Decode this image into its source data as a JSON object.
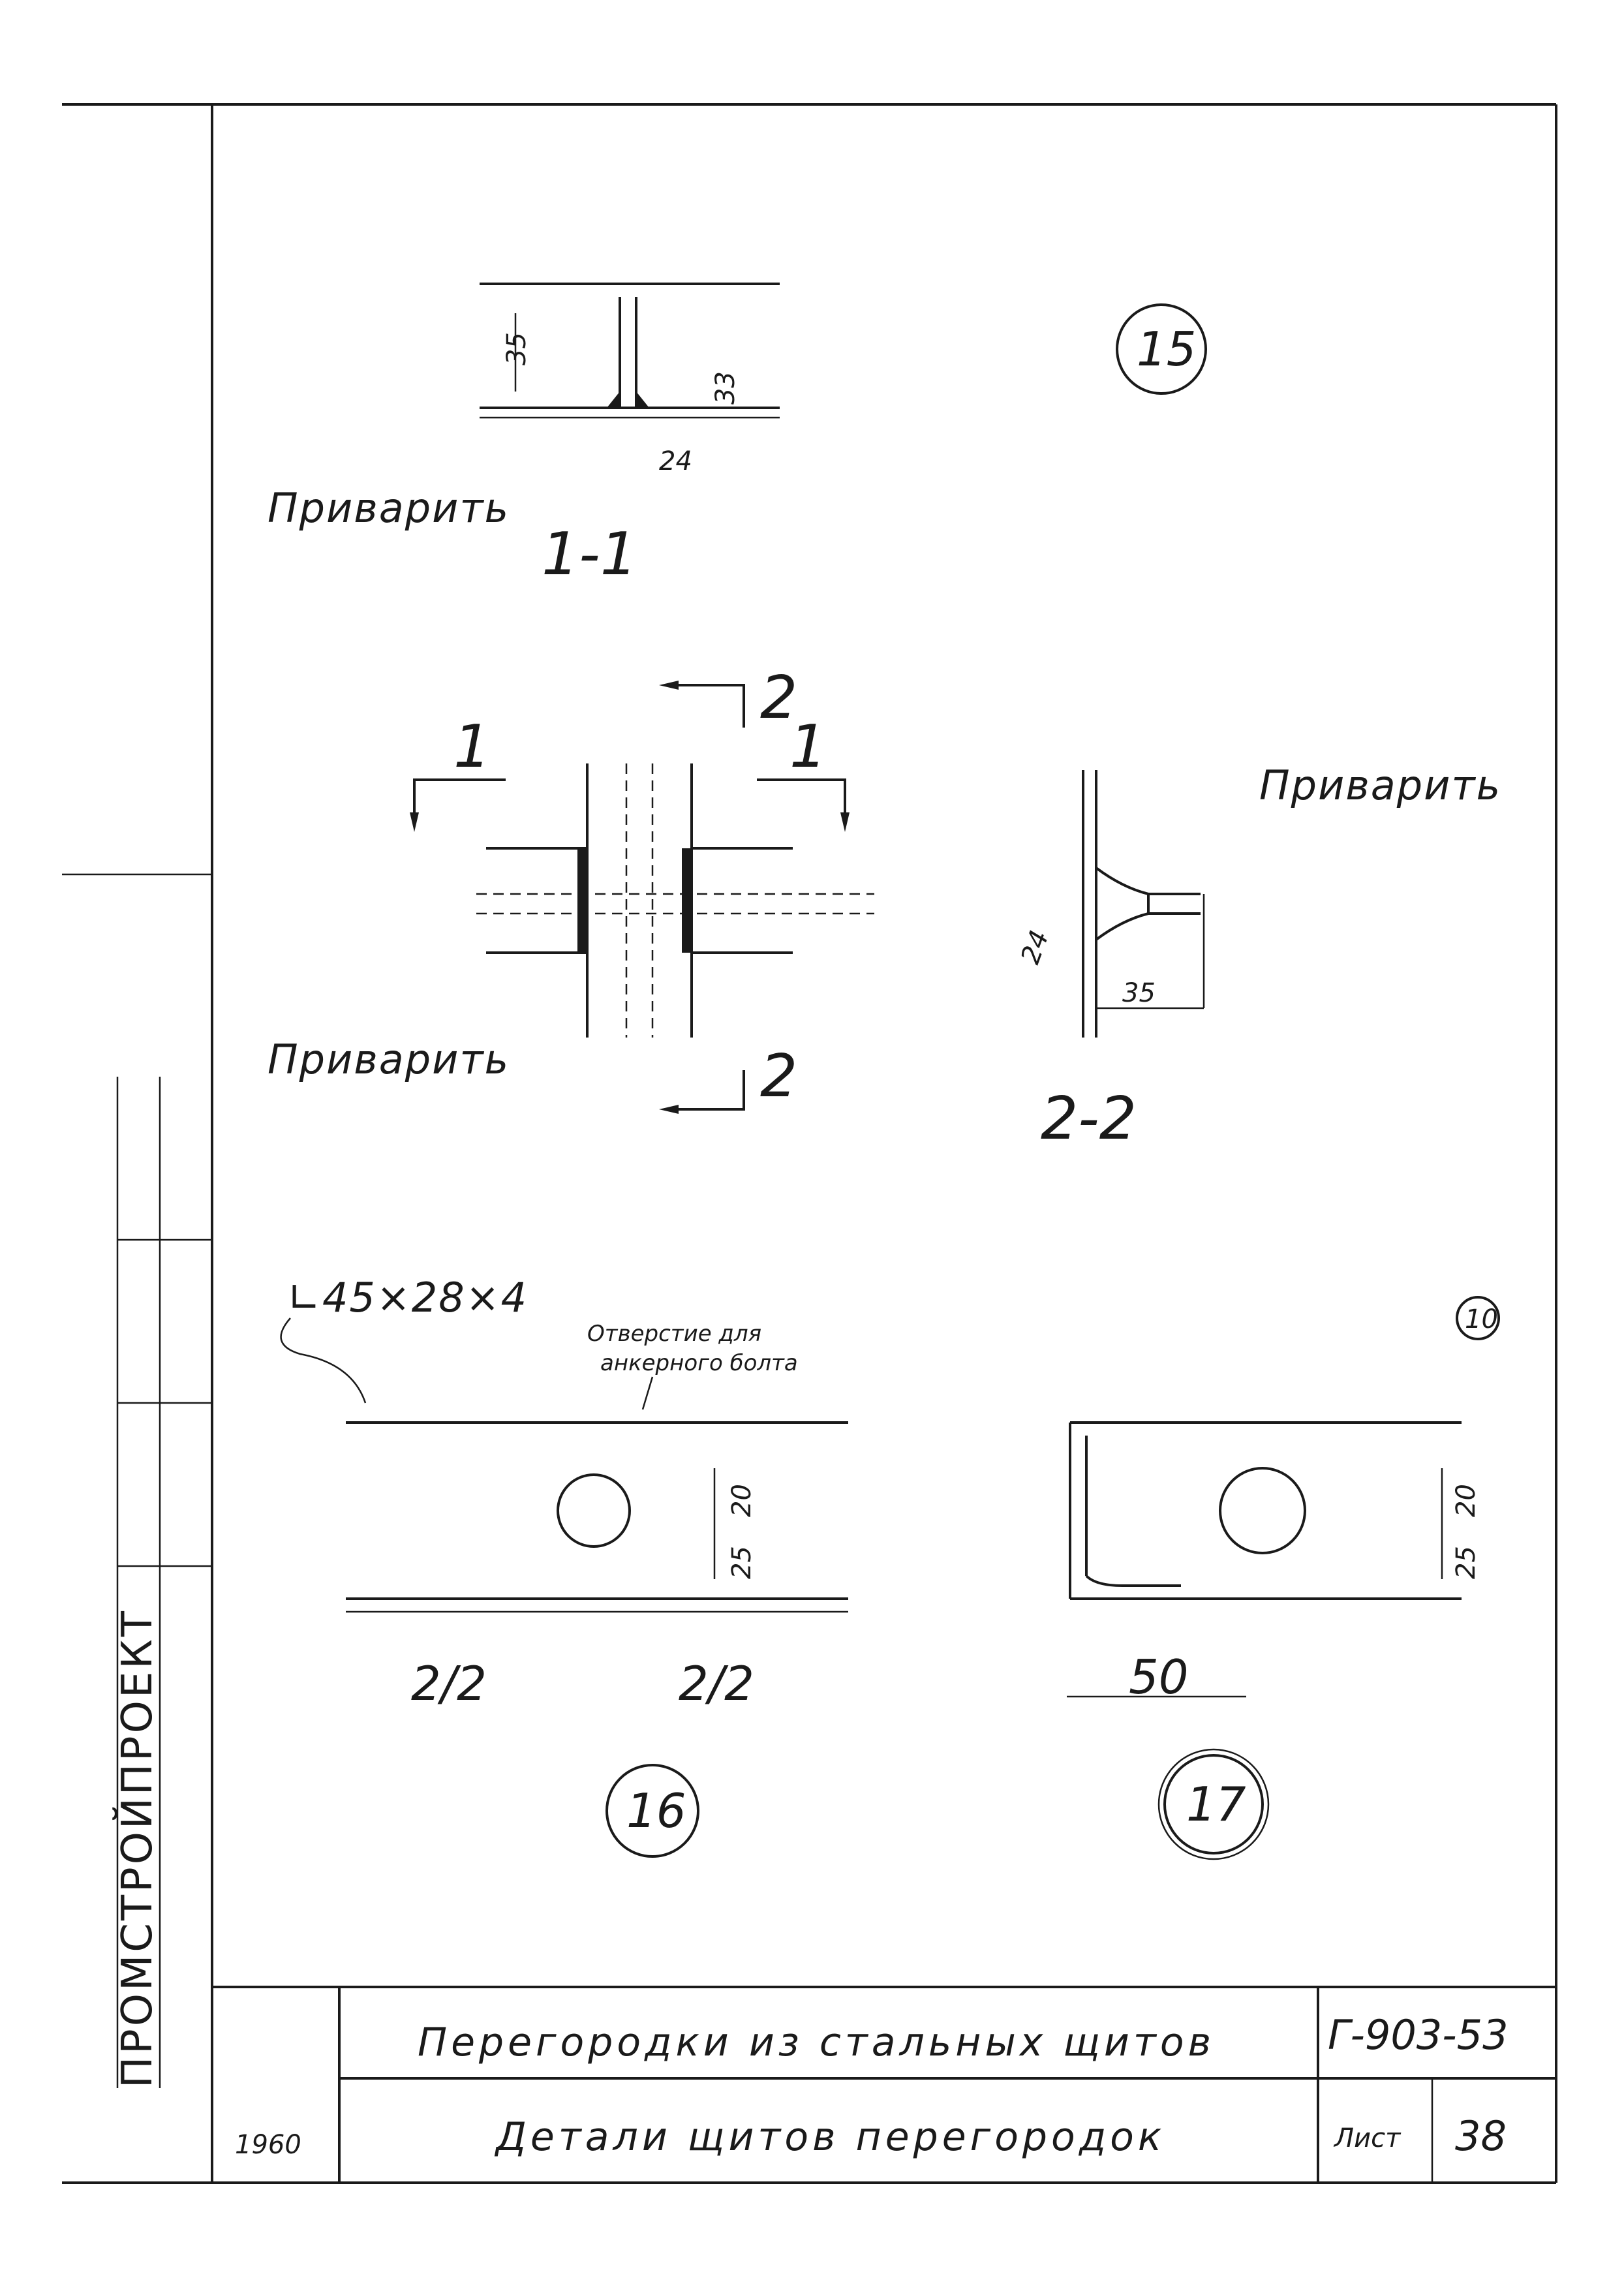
{
  "labels": {
    "weld_note": "Приварить",
    "hole_note_line1": "Отверстие для",
    "hole_note_line2": "анкерного болта",
    "angle_profile": "∟45×28×4"
  },
  "sections": {
    "s11": "1-1",
    "s22": "2-2",
    "cut1": "1",
    "cut2": "2"
  },
  "detail_numbers": {
    "d15": "15",
    "d16": "16",
    "d17": "17",
    "d10": "10"
  },
  "dimensions": {
    "d35": "35",
    "d33": "33",
    "d24": "24",
    "d20": "20",
    "d25": "25",
    "d50": "50",
    "d22": "2/2"
  },
  "title_block": {
    "title": "Перегородки из стальных щитов",
    "subtitle": "Детали щитов перегородок",
    "code": "Г-903-53",
    "sheet_label": "Лист",
    "sheet_number": "38",
    "year": "1960"
  },
  "side_stamp": {
    "org": "ПРОМСТРОЙПРОЕКТ"
  }
}
